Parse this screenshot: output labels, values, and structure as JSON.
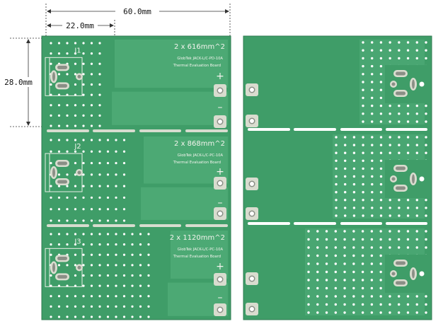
{
  "dimensions": {
    "overall_width": "60.0mm",
    "connector_width": "22.0mm",
    "section_height": "28.0mm"
  },
  "colors": {
    "board": "#3f9d68",
    "board_light": "#57b27e",
    "copper_pad": "#d9dccf",
    "hole": "#ffffff",
    "line": "#333333"
  },
  "front_board": {
    "sections": [
      {
        "title": "2 x 616mm^2",
        "subtitle_line1": "GlobTek JACK-L/C-PD-10A",
        "subtitle_line2": "Thermal Evaluation Board",
        "connector_label": "J1",
        "plus": "+",
        "minus": "–"
      },
      {
        "title": "2 x 868mm^2",
        "subtitle_line1": "GlobTek JACK-L/C-PC-10A",
        "subtitle_line2": "Thermal Evaluation Board",
        "connector_label": "J2",
        "plus": "+",
        "minus": "–"
      },
      {
        "title": "2 x 1120mm^2",
        "subtitle_line1": "GlobTek JACK-L/C-PC-10A",
        "subtitle_line2": "Thermal Evaluation Board",
        "connector_label": "J3",
        "plus": "+",
        "minus": "–"
      }
    ]
  }
}
